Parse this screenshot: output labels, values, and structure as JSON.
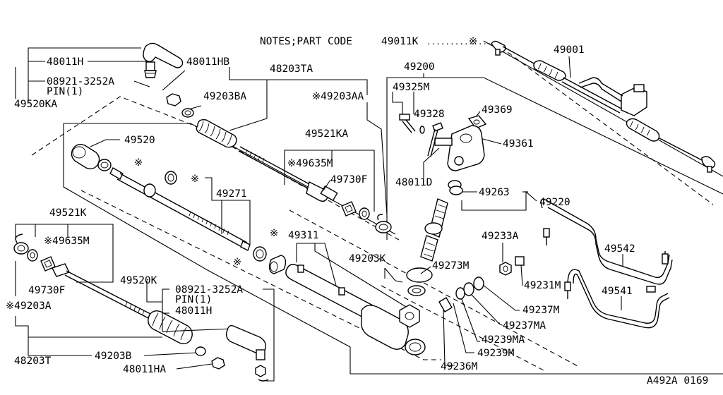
{
  "notes": {
    "prefix": "NOTES;PART CODE",
    "code": "49011K",
    "dots": "..............",
    "mark": "※"
  },
  "labels": {
    "p48011H": "48011H",
    "p48011HB": "48011HB",
    "p08921_top": "08921-3252A",
    "pin_top": "PIN(1)",
    "p49520KA": "49520KA",
    "p48203TA": "48203TA",
    "p49203BA": "49203BA",
    "p49203AA": "※49203AA",
    "p49520": "49520",
    "mark_49520": "※",
    "p49521KA": "49521KA",
    "p49635M_top": "※49635M",
    "p49730F_top": "49730F",
    "p49271": "49271",
    "mark_49271": "※",
    "mark_collar": "※",
    "mark_bushing": "※",
    "p49521K": "49521K",
    "p49635M_left": "※49635M",
    "p49730F_left": "49730F",
    "p49203A": "※49203A",
    "p49520K": "49520K",
    "p08921_bot": "08921-3252A",
    "pin_bot": "PIN(1)",
    "p48011H_bot": "48011H",
    "p48203T": "48203T",
    "p49203B": "49203B",
    "p48011HA": "48011HA",
    "p49311": "49311",
    "p49203K": "49203K",
    "p49200": "49200",
    "p49325M": "49325M",
    "p49328": "49328",
    "p49369": "49369",
    "p49361": "49361",
    "p48011D": "48011D",
    "p49263": "49263",
    "p49220": "49220",
    "p49273M": "49273M",
    "p49233A": "49233A",
    "p49231M": "49231M",
    "p49237M": "49237M",
    "p49237MA": "49237MA",
    "p49239MA": "49239MA",
    "p49239M": "49239M",
    "p49236M": "49236M",
    "p49542": "49542",
    "p49541": "49541",
    "p49001": "49001",
    "footer": "A492A 0169"
  }
}
